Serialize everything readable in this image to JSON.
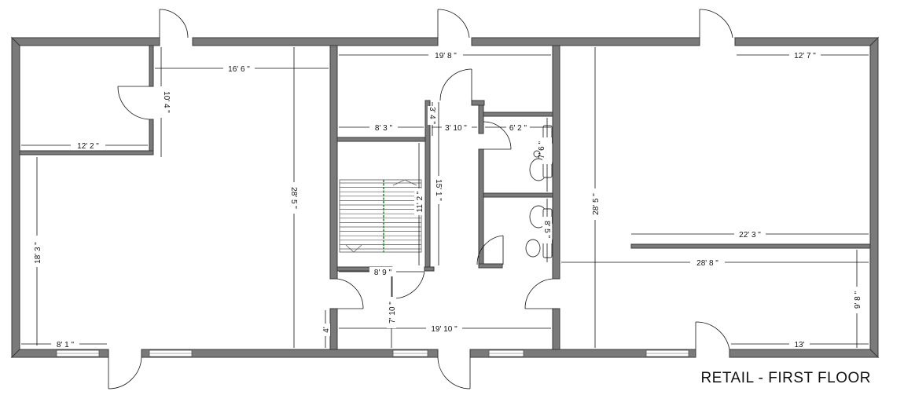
{
  "plan": {
    "title": "RETAIL - FIRST FLOOR",
    "colors": {
      "wall": "#7a7a7a",
      "wall_edge": "#3a3a3a",
      "line": "#111111",
      "stair_handrail": "#2e8b3a"
    },
    "dimensions": {
      "d_16_6": "16' 6 \"",
      "d_10_4": "10' 4 \"",
      "d_12_2": "12' 2 \"",
      "d_18_3": "18' 3 \"",
      "d_8_1": "8' 1 \"",
      "d_28_5_left": "28' 5 \"",
      "d_19_8": "19' 8 \"",
      "d_8_3": "8' 3 \"",
      "d_3_4": "3' 4 \"",
      "d_3_10": "3' 10 \"",
      "d_6_2": "6' 2 \"",
      "d_7_6": "7' 6 \"",
      "d_11_2": "11' 2 \"",
      "d_15_1": "15' 1 \"",
      "d_8_5": "8' 5 \"",
      "d_8_9": "8' 9 \"",
      "d_7_10": "7' 10 \"",
      "d_4": "4'",
      "d_19_10": "19' 10 \"",
      "d_28_5_right": "28' 5 \"",
      "d_12_7": "12' 7 \"",
      "d_22_3": "22' 3 \"",
      "d_28_8": "28' 8 \"",
      "d_9_8": "9' 8 \"",
      "d_13": "13'"
    }
  }
}
